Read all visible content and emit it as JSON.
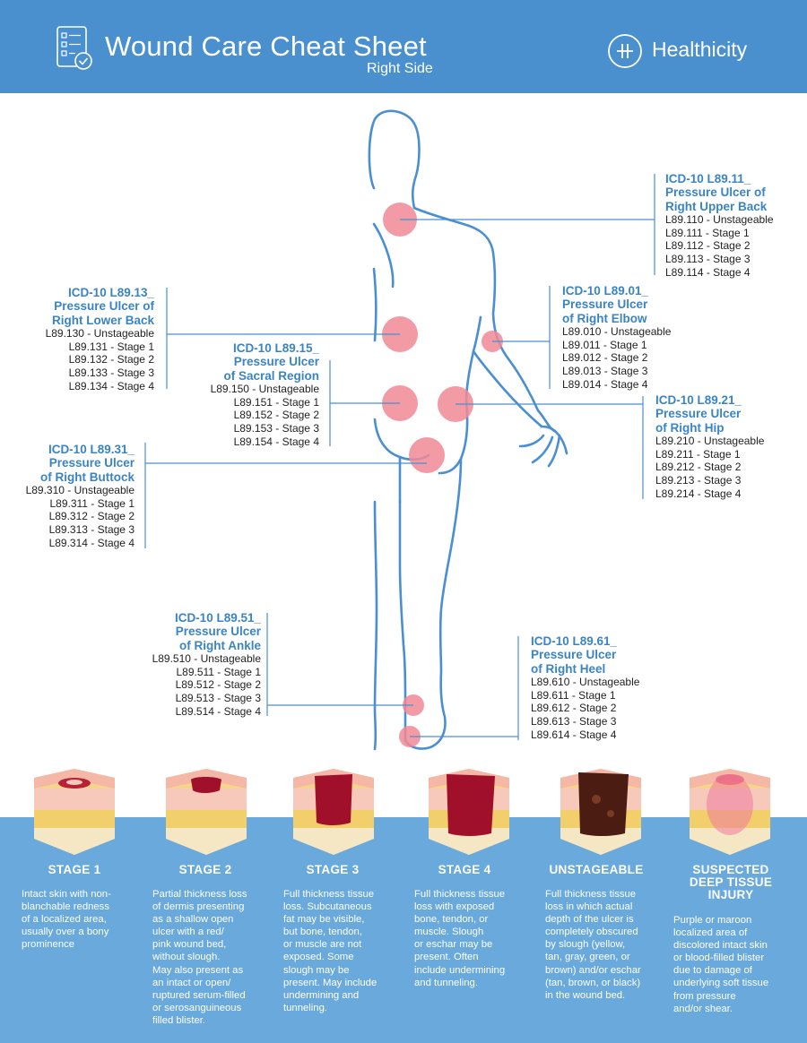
{
  "header": {
    "title": "Wound Care Cheat Sheet",
    "subtitle": "Right Side",
    "logo_text": "Healthicity",
    "icon": "checklist-icon",
    "logo_icon": "healthicity-logo-icon",
    "bg_color": "#4a90cf"
  },
  "labels": {
    "upper_back": {
      "title": [
        "ICD-10 L89.11_",
        "Pressure Ulcer of",
        "Right Upper Back"
      ],
      "codes": [
        "L89.110 - Unstageable",
        "L89.111 - Stage 1",
        "L89.112 - Stage 2",
        "L89.113 - Stage 3",
        "L89.114 - Stage 4"
      ]
    },
    "lower_back": {
      "title": [
        "ICD-10 L89.13_",
        "Pressure Ulcer of",
        "Right Lower Back"
      ],
      "codes": [
        "L89.130 - Unstageable",
        "L89.131 - Stage 1",
        "L89.132 - Stage 2",
        "L89.133 - Stage 3",
        "L89.134 - Stage 4"
      ]
    },
    "elbow": {
      "title": [
        "ICD-10 L89.01_",
        "Pressure Ulcer",
        "of Right Elbow"
      ],
      "codes": [
        "L89.010 - Unstageable",
        "L89.011 - Stage 1",
        "L89.012 - Stage 2",
        "L89.013 - Stage 3",
        "L89.014 - Stage 4"
      ]
    },
    "sacral": {
      "title": [
        "ICD-10 L89.15_",
        "Pressure Ulcer",
        "of Sacral Region"
      ],
      "codes": [
        "L89.150 - Unstageable",
        "L89.151 - Stage 1",
        "L89.152 - Stage 2",
        "L89.153 - Stage 3",
        "L89.154 - Stage 4"
      ]
    },
    "hip": {
      "title": [
        "ICD-10 L89.21_",
        "Pressure Ulcer",
        "of Right Hip"
      ],
      "codes": [
        "L89.210 - Unstageable",
        "L89.211 - Stage 1",
        "L89.212 - Stage 2",
        "L89.213 - Stage 3",
        "L89.214 - Stage 4"
      ]
    },
    "buttock": {
      "title": [
        "ICD-10 L89.31_",
        "Pressure Ulcer",
        "of Right Buttock"
      ],
      "codes": [
        "L89.310 - Unstageable",
        "L89.311 - Stage 1",
        "L89.312 - Stage 2",
        "L89.313 - Stage 3",
        "L89.314 - Stage 4"
      ]
    },
    "ankle": {
      "title": [
        "ICD-10 L89.51_",
        "Pressure Ulcer",
        "of Right Ankle"
      ],
      "codes": [
        "L89.510 - Unstageable",
        "L89.511 - Stage 1",
        "L89.512 - Stage 2",
        "L89.513 - Stage 3",
        "L89.514 - Stage 4"
      ]
    },
    "heel": {
      "title": [
        "ICD-10 L89.61_",
        "Pressure Ulcer",
        "of Right Heel"
      ],
      "codes": [
        "L89.610 - Unstageable",
        "L89.611 - Stage 1",
        "L89.612 - Stage 2",
        "L89.613 - Stage 3",
        "L89.614 - Stage 4"
      ]
    }
  },
  "stages": [
    {
      "title": [
        "STAGE 1"
      ],
      "desc": [
        "Intact skin with non-",
        "blanchable redness",
        "of a localized area,",
        "usually over a bony",
        "prominence"
      ]
    },
    {
      "title": [
        "STAGE 2"
      ],
      "desc": [
        "Partial thickness loss",
        "of dermis presenting",
        "as a shallow open",
        "ulcer with a red/",
        "pink wound bed,",
        "without slough.",
        "May also present as",
        "an intact or open/",
        "ruptured serum-filled",
        "or serosanguineous",
        "filled blister."
      ]
    },
    {
      "title": [
        "STAGE 3"
      ],
      "desc": [
        "Full thickness tissue",
        "loss. Subcutaneous",
        "fat may be visible,",
        "but bone, tendon,",
        "or muscle are not",
        "exposed. Some",
        "slough may be",
        "present.  May include",
        "undermining and",
        "tunneling."
      ]
    },
    {
      "title": [
        "STAGE 4"
      ],
      "desc": [
        "Full thickness tissue",
        "loss with exposed",
        "bone, tendon, or",
        "muscle. Slough",
        "or eschar may be",
        "present. Often",
        "include undermining",
        "and tunneling."
      ]
    },
    {
      "title": [
        "UNSTAGEABLE"
      ],
      "desc": [
        "Full thickness tissue",
        "loss in which actual",
        "depth of the ulcer is",
        "completely obscured",
        "by slough (yellow,",
        "tan, gray, green, or",
        "brown) and/or eschar",
        "(tan, brown, or black)",
        "in the wound bed."
      ]
    },
    {
      "title": [
        "SUSPECTED",
        "DEEP TISSUE",
        "INJURY"
      ],
      "desc": [
        "Purple or maroon",
        "localized area of",
        "discolored intact skin",
        "or blood-filled blister",
        "due to damage of",
        "underlying soft tissue",
        "from pressure",
        "and/or shear."
      ]
    }
  ],
  "colors": {
    "body_outline": "#4a8fd0",
    "pressure_spot": "#f08a96",
    "label_title": "#3b84c4",
    "band": "#6aa9dc"
  }
}
